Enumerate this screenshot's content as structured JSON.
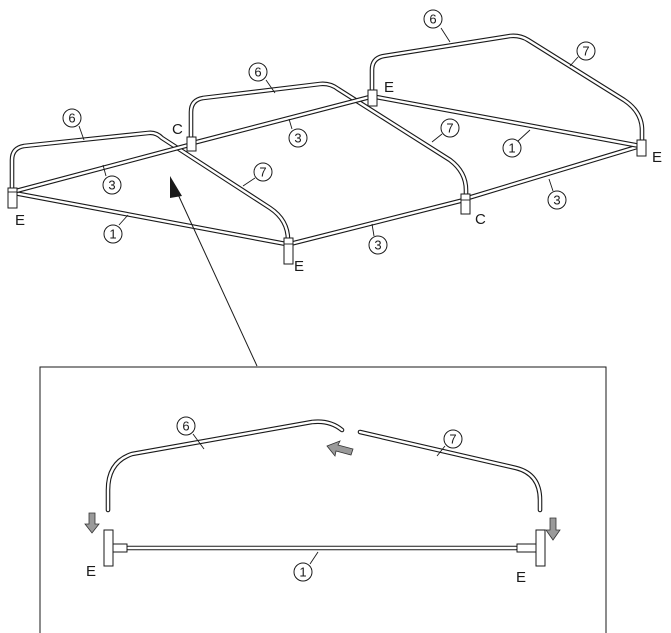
{
  "diagram": {
    "connector_labels": {
      "elbow": "E",
      "cross": "C"
    },
    "part_numbers": {
      "side_rail": "1",
      "middle_rail": "3",
      "left_rafter": "6",
      "right_rafter": "7"
    },
    "colors": {
      "line": "#1a1a1a",
      "arrow_fill": "#9a9a9a",
      "background": "#ffffff"
    }
  }
}
